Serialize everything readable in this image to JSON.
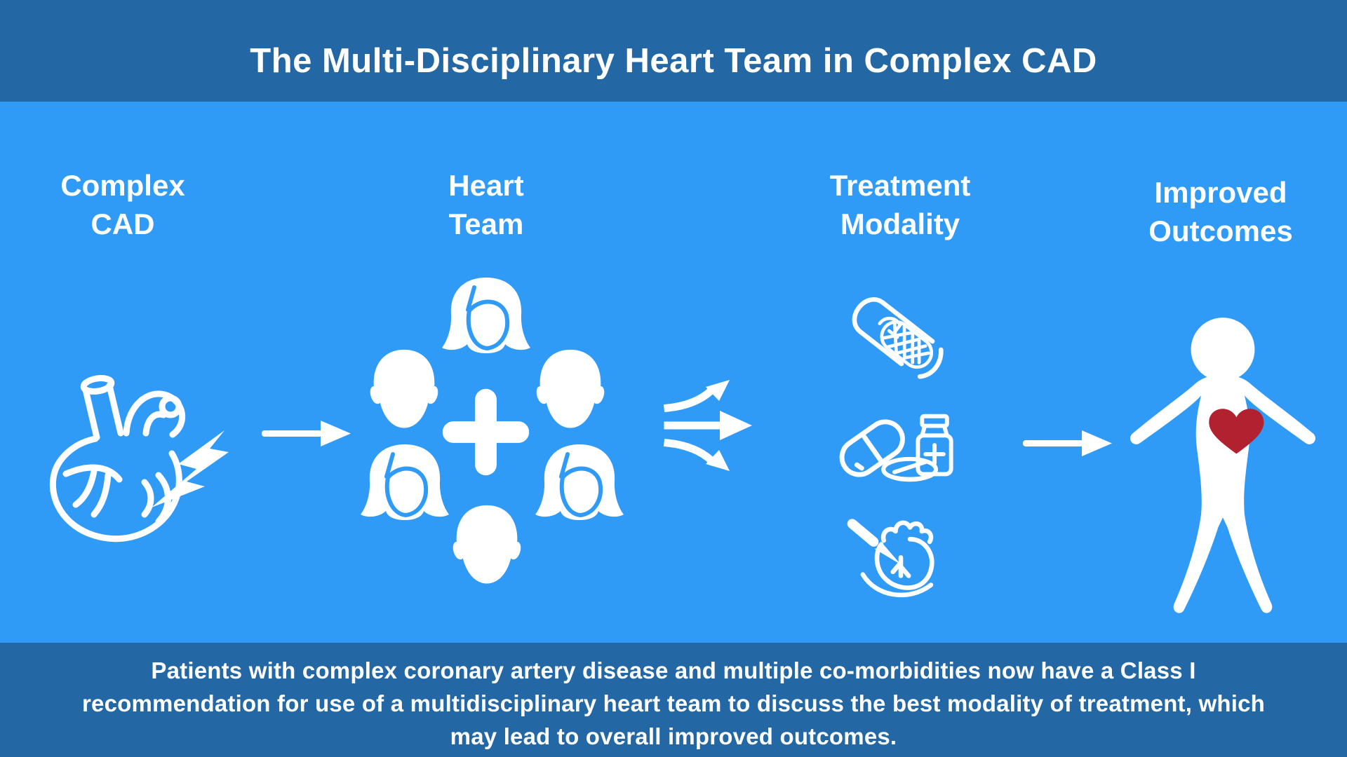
{
  "title": "The Multi-Disciplinary Heart Team in Complex CAD",
  "colors": {
    "band-blue": "#2368a4",
    "bg-blue": "#2f9bf6",
    "heart-red": "#b2212f",
    "white": "#ffffff"
  },
  "steps": [
    {
      "line1": "Complex",
      "line2": "CAD",
      "icon": "heart-attack-icon"
    },
    {
      "line1": "Heart",
      "line2": "Team",
      "icon": "heart-team-icon"
    },
    {
      "line1": "Treatment",
      "line2": "Modality",
      "icons": [
        "stent-icon",
        "medication-icon",
        "cardiac-surgery-icon"
      ]
    },
    {
      "line1": "Improved",
      "line2": "Outcomes",
      "icon": "patient-heart-icon"
    }
  ],
  "connectors": [
    "arrow-right",
    "branching-arrows",
    "arrow-right"
  ],
  "footer": {
    "lines": [
      "Patients with complex coronary artery disease and multiple co-morbidities now have a Class I",
      "recommendation for use of a multidisciplinary heart team to discuss the best modality of treatment, which",
      "may lead to overall improved outcomes."
    ]
  }
}
